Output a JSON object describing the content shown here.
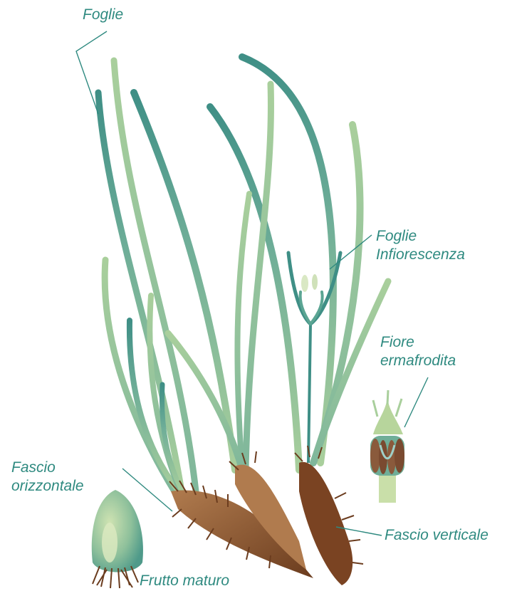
{
  "labels": {
    "foglie": "Foglie",
    "foglie_infiorescenza": [
      "Foglie",
      "Infiorescenza"
    ],
    "fiore_ermafrodita": [
      "Fiore",
      "ermafrodita"
    ],
    "fascio_orizzontale": [
      "Fascio",
      "orizzontale"
    ],
    "fascio_verticale": "Fascio verticale",
    "frutto_maturo": "Frutto maturo"
  },
  "colors": {
    "label_text": "#2f8a80",
    "leader_line": "#2f8a80",
    "leaf_dark": "#3f8f86",
    "leaf_light": "#a9cf9c",
    "rhizome_dark": "#6b3c1e",
    "rhizome_light": "#b07b4e"
  }
}
